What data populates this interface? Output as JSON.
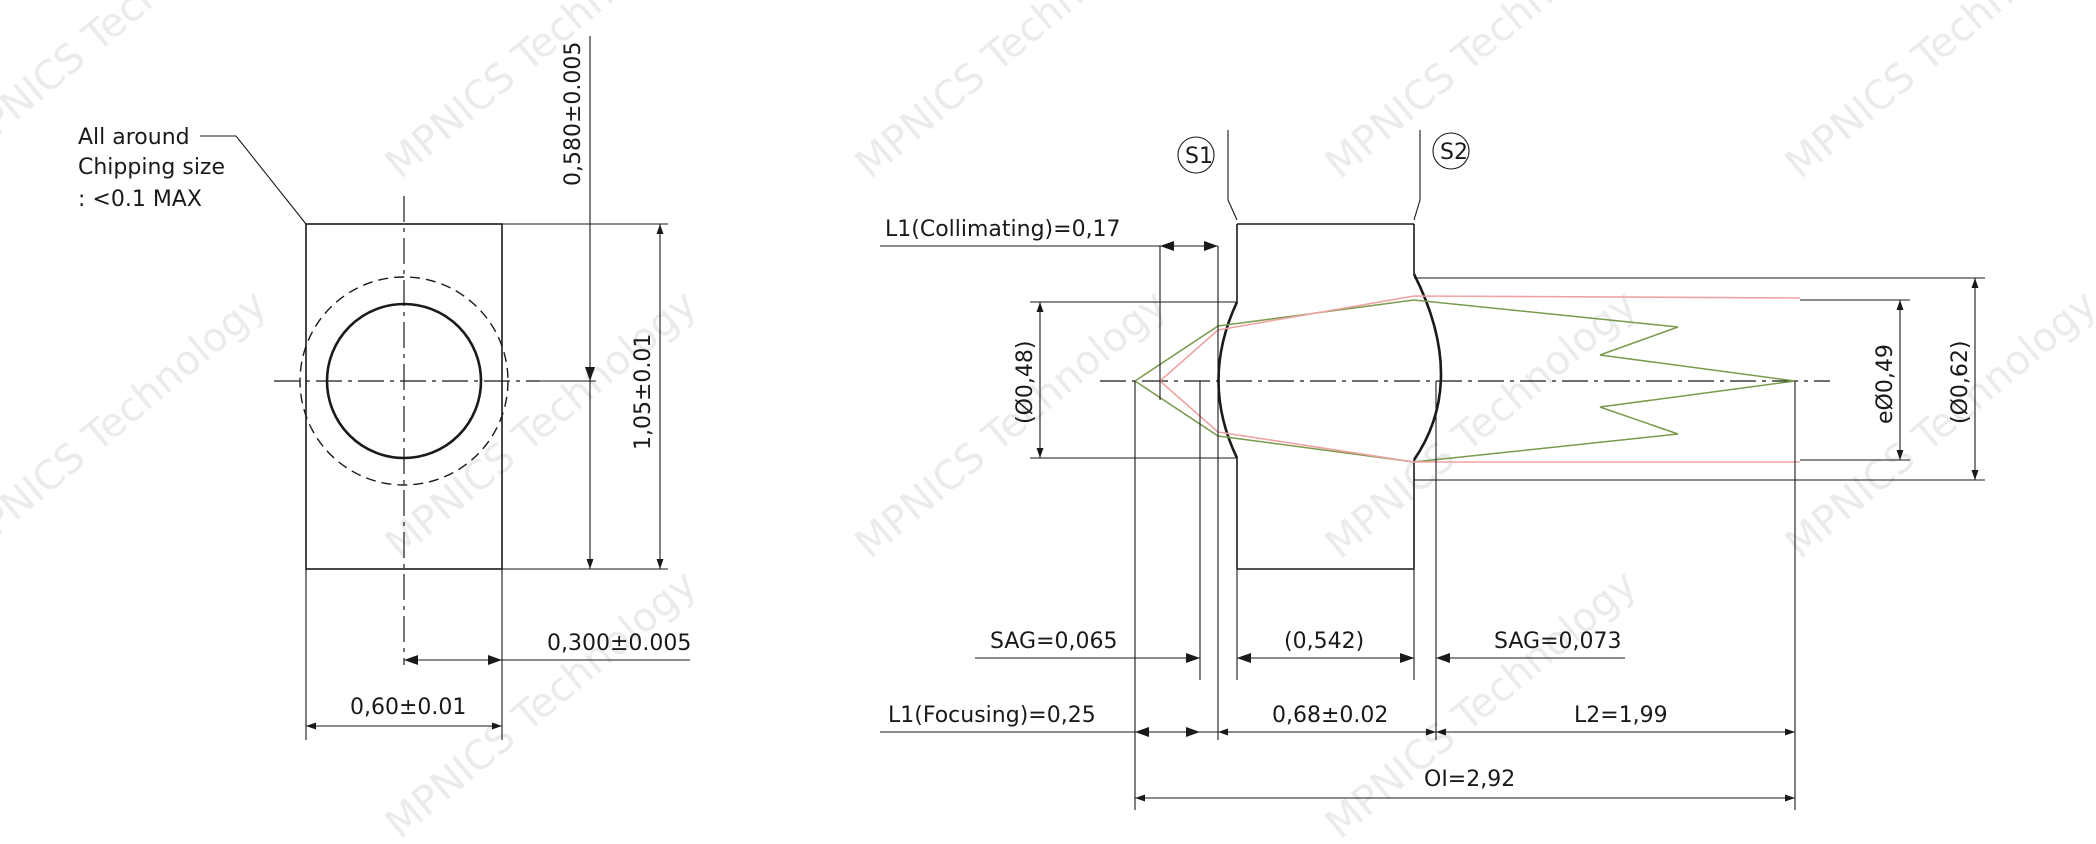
{
  "drawing": {
    "watermark": "MPNICS Technology",
    "left_view": {
      "note_line1": "All around",
      "note_line2": "Chipping size",
      "note_line3": ": <0.1 MAX",
      "dim_height_top": "0,580±0.005",
      "dim_height": "1,05±0.01",
      "dim_offset": "0,300±0.005",
      "dim_width": "0,60±0.01"
    },
    "right_view": {
      "surface_1": "S1",
      "surface_2": "S2",
      "l1_collimating": "L1(Collimating)=0,17",
      "dia_left": "(Ø0,48)",
      "dia_eff": "eØ0,49",
      "dia_right": "(Ø0,62)",
      "sag_left": "SAG=0,065",
      "center_thickness": "(0,542)",
      "sag_right": "SAG=0,073",
      "l1_focusing": "L1(Focusing)=0,25",
      "lens_thickness": "0,68±0.02",
      "l2": "L2=1,99",
      "oi": "OI=2,92"
    },
    "colors": {
      "ray_green": "#7a9a4c",
      "ray_pink": "#efa3a3",
      "line": "#1a1a1a"
    }
  }
}
